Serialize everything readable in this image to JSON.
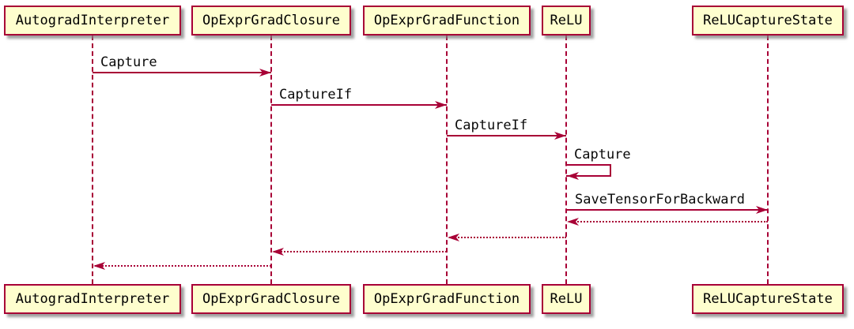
{
  "diagram": {
    "type": "uml-sequence-diagram",
    "colors": {
      "participant_fill": "#FEFECE",
      "line_and_border": "#A80036",
      "text": "#000000",
      "background": "#FFFFFF"
    },
    "participants": [
      {
        "name": "AutogradInterpreter"
      },
      {
        "name": "OpExprGradClosure"
      },
      {
        "name": "OpExprGradFunction"
      },
      {
        "name": "ReLU"
      },
      {
        "name": "ReLUCaptureState"
      }
    ],
    "messages": [
      {
        "from": "AutogradInterpreter",
        "to": "OpExprGradClosure",
        "label": "Capture",
        "style": "solid"
      },
      {
        "from": "OpExprGradClosure",
        "to": "OpExprGradFunction",
        "label": "CaptureIf",
        "style": "solid"
      },
      {
        "from": "OpExprGradFunction",
        "to": "ReLU",
        "label": "CaptureIf",
        "style": "solid"
      },
      {
        "from": "ReLU",
        "to": "ReLU",
        "label": "Capture",
        "style": "solid-self"
      },
      {
        "from": "ReLU",
        "to": "ReLUCaptureState",
        "label": "SaveTensorForBackward",
        "style": "solid"
      },
      {
        "from": "ReLUCaptureState",
        "to": "ReLU",
        "label": "",
        "style": "dotted-return"
      },
      {
        "from": "ReLU",
        "to": "OpExprGradFunction",
        "label": "",
        "style": "dotted-return"
      },
      {
        "from": "OpExprGradFunction",
        "to": "OpExprGradClosure",
        "label": "",
        "style": "dotted-return"
      },
      {
        "from": "OpExprGradClosure",
        "to": "AutogradInterpreter",
        "label": "",
        "style": "dotted-return"
      }
    ]
  }
}
